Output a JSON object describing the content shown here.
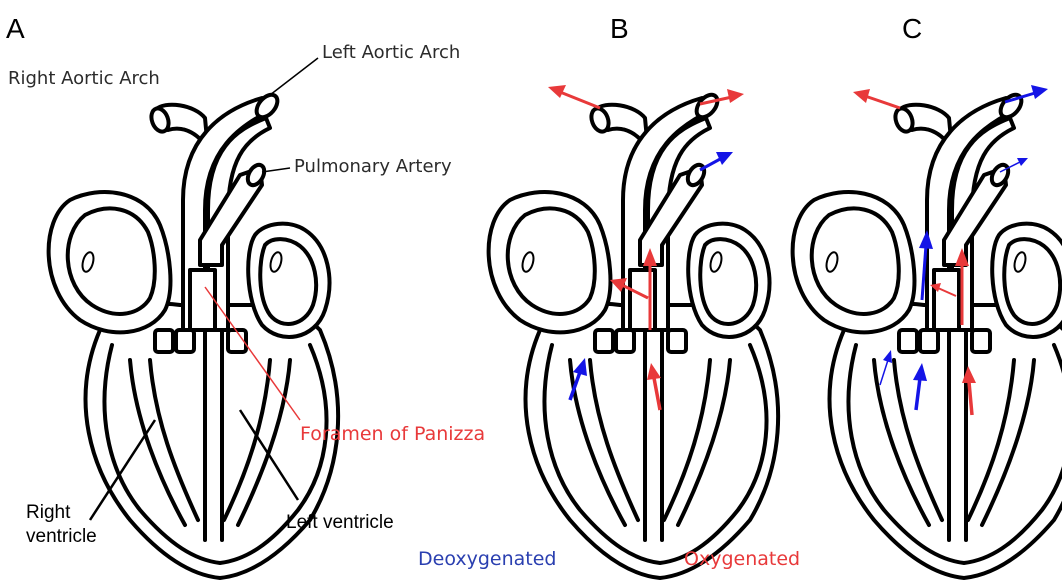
{
  "panels": [
    {
      "letter": "A"
    },
    {
      "letter": "B"
    },
    {
      "letter": "C"
    }
  ],
  "labels": {
    "right_aortic_arch": "Right Aortic Arch",
    "left_aortic_arch": "Left Aortic Arch",
    "pulmonary_artery": "Pulmonary Artery",
    "foramen": "Foramen of Panizza",
    "right_ventricle_line1": "Right",
    "right_ventricle_line2": "ventricle",
    "left_ventricle": "Left ventricle"
  },
  "legend": {
    "deoxygenated": "Deoxygenated",
    "oxygenated": "Oxygenated"
  },
  "colors": {
    "deoxygenated": "#1414e6",
    "oxygenated": "#e8393a",
    "outline": "#000000",
    "foramen_label": "#e8393a",
    "legend_blue": "#2a3fb0"
  }
}
